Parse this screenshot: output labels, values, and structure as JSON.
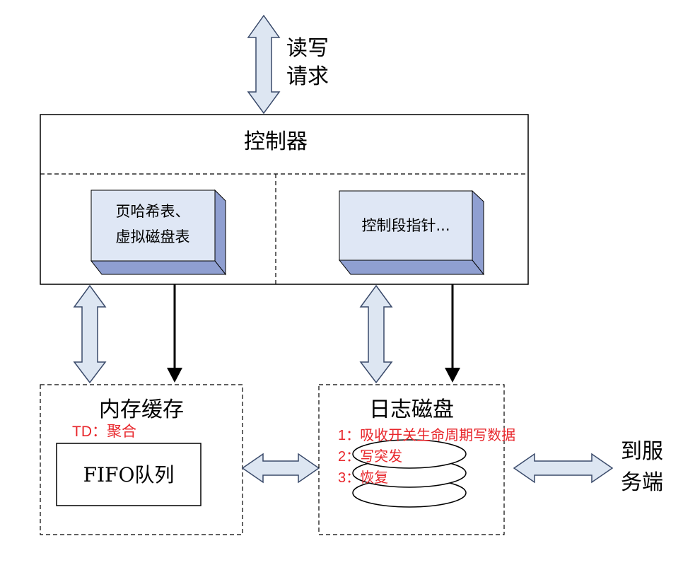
{
  "labels": {
    "read_write_line1": "读写",
    "read_write_line2": "请求",
    "controller": "控制器",
    "page_hash_line1": "页哈希表、",
    "page_hash_line2": "虚拟磁盘表",
    "control_segment": "控制段指针...",
    "memory_cache": "内存缓存",
    "td_note": "TD：聚合",
    "fifo_queue": "FIFO队列",
    "log_disk": "日志磁盘",
    "log_item_1": "1：吸收开关生命周期写数据",
    "log_item_2": "2：写突发",
    "log_item_3": "3：恢复",
    "to_server_line1": "到服",
    "to_server_line2": "务端"
  },
  "colors": {
    "arrow_fill": "#dde6f2",
    "arrow_stroke": "#3a4a6a",
    "box3d_front": "#dfe7f5",
    "box3d_side": "#8f9fd1",
    "note_red": "#e8262b"
  }
}
